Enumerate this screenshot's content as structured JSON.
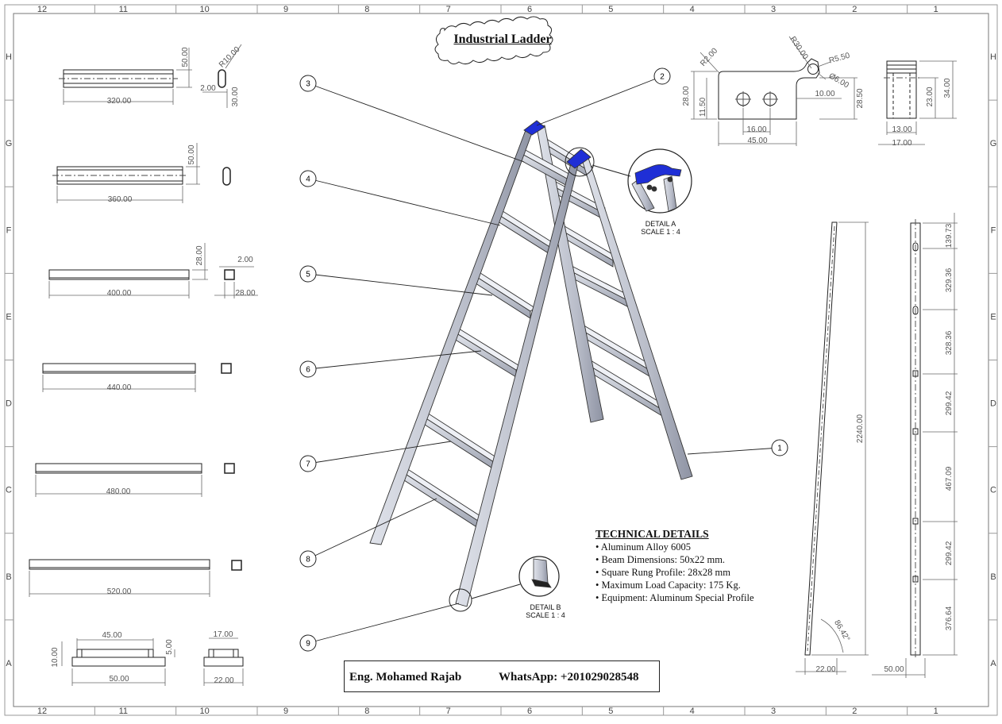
{
  "title": "Industrial Ladder",
  "grid": {
    "columns": [
      "12",
      "11",
      "10",
      "9",
      "8",
      "7",
      "6",
      "5",
      "4",
      "3",
      "2",
      "1"
    ],
    "rows": [
      "H",
      "G",
      "F",
      "E",
      "D",
      "C",
      "B",
      "A"
    ]
  },
  "rungs": [
    {
      "length": "320.00",
      "height": "50.00",
      "slot_radius": "R10.00",
      "slot_width": "2.00",
      "slot_height": "30.00"
    },
    {
      "length": "360.00",
      "height": "50.00"
    },
    {
      "length": "400.00",
      "height": "28.00",
      "wall": "2.00",
      "profile": "28.00"
    },
    {
      "length": "440.00"
    },
    {
      "length": "480.00"
    },
    {
      "length": "520.00"
    }
  ],
  "foot": {
    "top_width": "45.00",
    "bottom_width": "50.00",
    "height": "10.00",
    "step": "5.00",
    "side_top": "17.00",
    "side_bottom": "22.00"
  },
  "bracket": {
    "r1": "R2.00",
    "r2": "R30.00",
    "r3": "R5.50",
    "hole": "Ø6.00",
    "h1": "28.00",
    "h2": "11.50",
    "hole_spacing": "16.00",
    "width": "45.00",
    "edge": "10.00",
    "h3": "28.50",
    "side_w1": "13.00",
    "side_w2": "17.00",
    "side_h1": "23.00",
    "side_h2": "34.00"
  },
  "side_view": {
    "length": "2240.00",
    "angle": "86.42°",
    "base_width": "22.00"
  },
  "rail_view": {
    "spacings": [
      "139.73",
      "329.36",
      "328.36",
      "299.42",
      "467.09",
      "299.42",
      "376.64"
    ],
    "width": "50.00"
  },
  "balloons": [
    "1",
    "2",
    "3",
    "4",
    "5",
    "6",
    "7",
    "8",
    "9"
  ],
  "detail_a": {
    "label": "DETAIL A",
    "scale": "SCALE 1 : 4"
  },
  "detail_b": {
    "label": "DETAIL B",
    "scale": "SCALE 1 : 4"
  },
  "technical": {
    "title": "TECHNICAL DETAILS",
    "items": [
      "• Aluminum Alloy 6005",
      "• Beam Dimensions: 50x22 mm.",
      "• Square Rung Profile: 28x28 mm",
      "• Maximum Load Capacity: 175 Kg.",
      "• Equipment: Aluminum Special Profile"
    ]
  },
  "title_block": {
    "engineer": "Eng. Mohamed Rajab",
    "whatsapp": "WhatsApp: +201029028548"
  },
  "colors": {
    "metal": "#c9cdd8",
    "metal_dark": "#7d8296",
    "hinge": "#1f2fd6",
    "line": "#222222",
    "dim": "#666666"
  }
}
